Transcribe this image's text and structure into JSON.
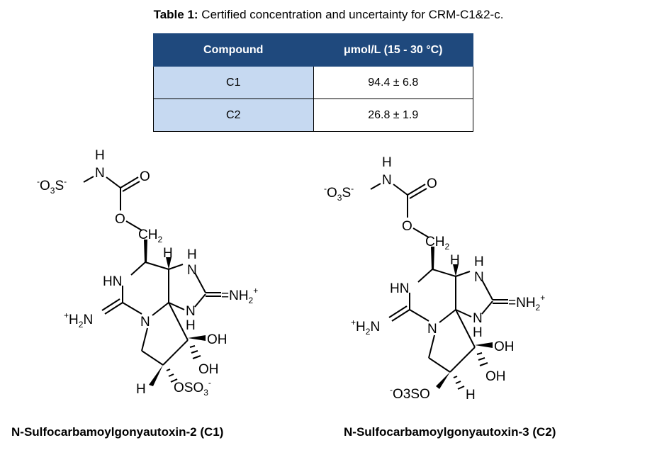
{
  "caption": {
    "label": "Table 1:",
    "text": " Certified concentration and uncertainty for CRM-C1&2-c."
  },
  "table": {
    "headers": [
      "Compound",
      "μmol/L (15 - 30 °C)"
    ],
    "rows": [
      [
        "C1",
        "94.4 ± 6.8"
      ],
      [
        "C2",
        "26.8 ± 1.9"
      ]
    ]
  },
  "molecules": [
    {
      "name": "N-Sulfocarbamoylgonyautoxin-2 (C1)",
      "labels": {
        "so3": "O3S",
        "nh_h": "H",
        "nh_n": "N",
        "o_carbonyl": "O",
        "o_ester": "O",
        "ch2": "CH",
        "ch2_sub": "2",
        "h_top": "H",
        "hn": "HN",
        "n_ring": "N",
        "h_n1": "H",
        "nh2": "=NH",
        "nh2_sub": "2",
        "n_ring2": "N",
        "h_n2": "H",
        "h2n": "H",
        "h2n_sub": "2",
        "h2n_n": "N",
        "n_center": "N",
        "oh1": "OH",
        "oh2": "OH",
        "h_bottom": "H",
        "oso3": "OSO",
        "oso3_sub": "3"
      }
    },
    {
      "name": "N-Sulfocarbamoylgonyautoxin-3 (C2)",
      "labels": {
        "so3": "O3S",
        "nh_h": "H",
        "nh_n": "N",
        "o_carbonyl": "O",
        "o_ester": "O",
        "ch2": "CH",
        "ch2_sub": "2",
        "h_top": "H",
        "hn": "HN",
        "n_ring": "N",
        "h_n1": "H",
        "nh2": "=NH",
        "nh2_sub": "2",
        "n_ring2": "N",
        "h_n2": "H",
        "h2n": "H",
        "h2n_sub": "2",
        "h2n_n": "N",
        "n_center": "N",
        "oh1": "OH",
        "oh2": "OH",
        "h_bottom": "H",
        "oso3": "O3SO"
      }
    }
  ]
}
